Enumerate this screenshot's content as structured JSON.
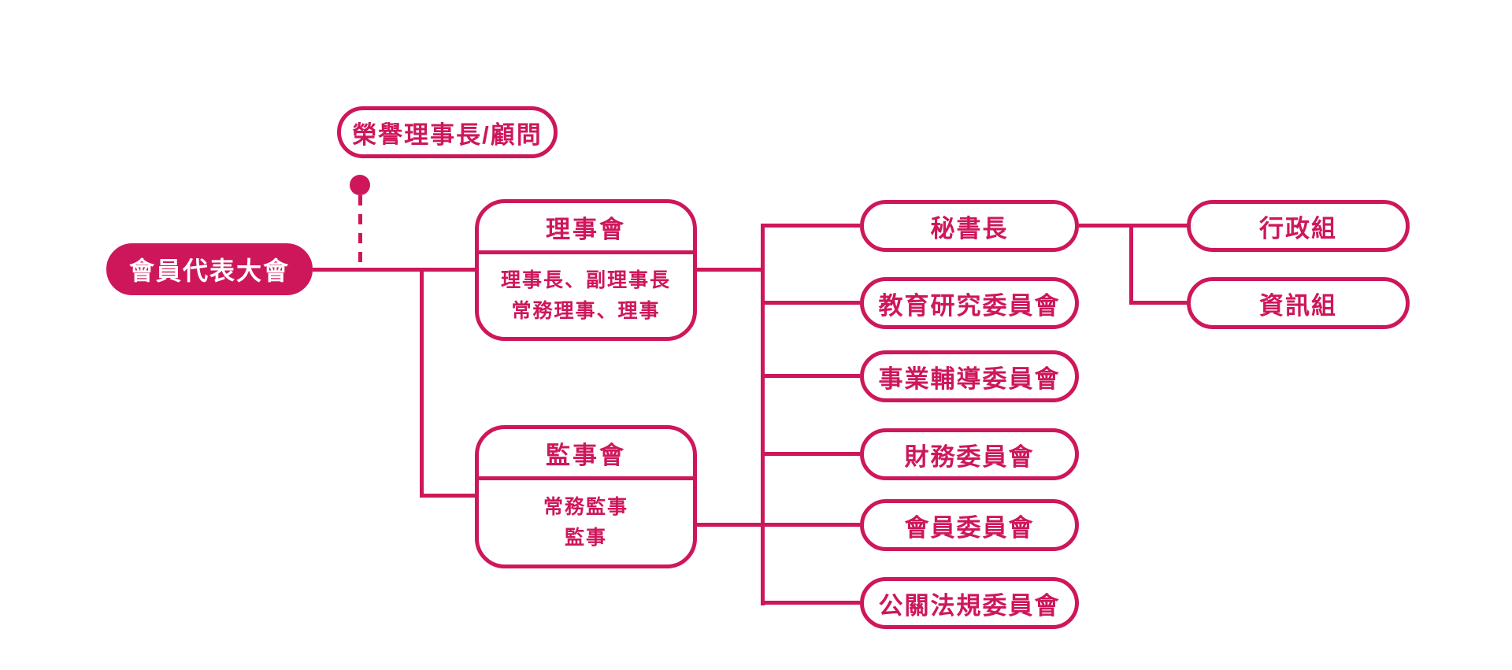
{
  "colors": {
    "accent": "#CE175B",
    "background": "#FFFFFF",
    "text_on_filled_node": "#FFFFFF"
  },
  "chart": {
    "honorary": {
      "label": "榮譽理事長/顧問"
    },
    "assembly": {
      "label": "會員代表大會"
    },
    "board": {
      "title": "理事會",
      "members_line1": "理事長、副理事長",
      "members_line2": "常務理事、理事"
    },
    "supervisory": {
      "title": "監事會",
      "members_line1": "常務監事",
      "members_line2": "監事"
    },
    "secretary": {
      "label": "秘書長"
    },
    "committees": [
      {
        "label": "教育研究委員會"
      },
      {
        "label": "事業輔導委員會"
      },
      {
        "label": "財務委員會"
      },
      {
        "label": "會員委員會"
      },
      {
        "label": "公關法規委員會"
      }
    ],
    "groups": [
      {
        "label": "行政組"
      },
      {
        "label": "資訊組"
      }
    ]
  }
}
